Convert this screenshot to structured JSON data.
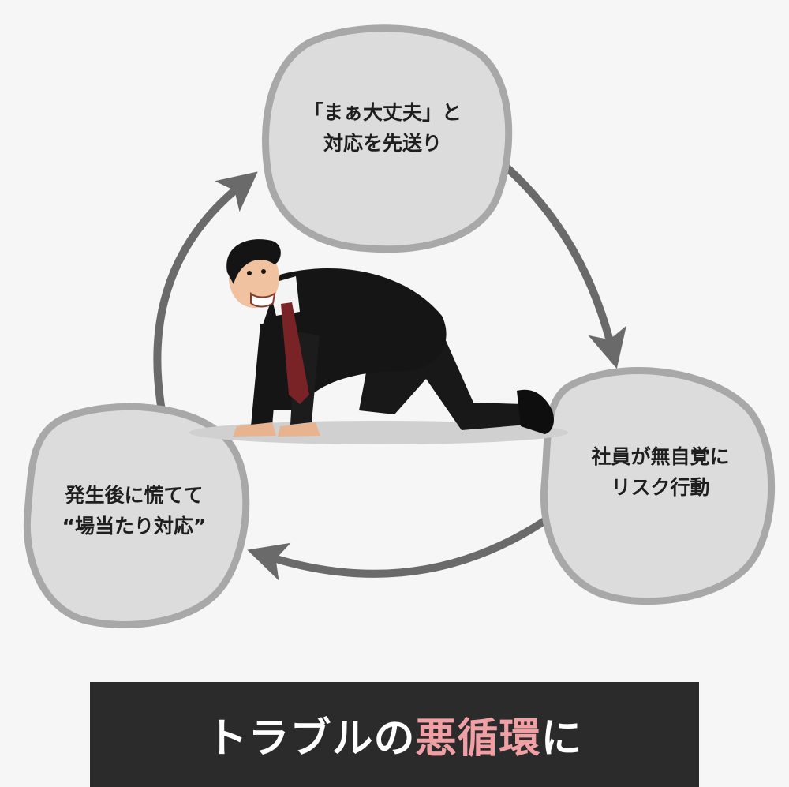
{
  "nodes": {
    "top": {
      "line1": "「まぁ大丈夫」と",
      "line2": "対応を先送り"
    },
    "right": {
      "line1": "社員が無自覚に",
      "line2": "リスク行動"
    },
    "left": {
      "line1": "発生後に慌てて",
      "line2": "“場当たり対応”"
    }
  },
  "caption": {
    "prefix": "トラブルの",
    "highlight": "悪循環",
    "suffix": "に"
  },
  "colors": {
    "background": "#f6f6f6",
    "bubble_fill": "#dcdcdc",
    "bubble_stroke": "#a8a8a8",
    "arrow": "#6a6a6a",
    "caption_bar": "#2b2b2b",
    "caption_text": "#ffffff",
    "caption_accent": "#f0a0a4"
  },
  "illustration": "distressed-businessman-kneeling"
}
